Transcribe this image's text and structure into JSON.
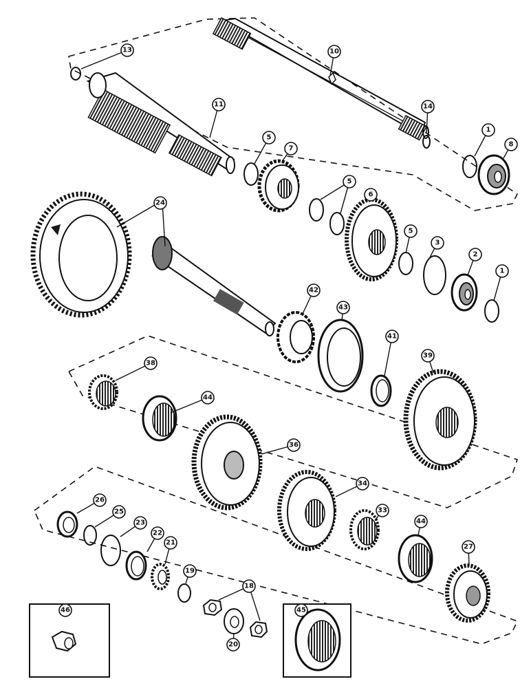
{
  "callouts": {
    "c1a": "1",
    "c1b": "1",
    "c2": "2",
    "c3": "3",
    "c5a": "5",
    "c5b": "5",
    "c5c": "5",
    "c6": "6",
    "c7": "7",
    "c8": "8",
    "c10": "10",
    "c11": "11",
    "c13": "13",
    "c14": "14",
    "c18": "18",
    "c19": "19",
    "c20": "20",
    "c21": "21",
    "c22": "22",
    "c23": "23",
    "c24": "24",
    "c25": "25",
    "c26": "26",
    "c27": "27",
    "c33": "33",
    "c34": "34",
    "c36": "36",
    "c38": "38",
    "c39": "39",
    "c41": "41",
    "c42": "42",
    "c43": "43",
    "c44a": "44",
    "c44b": "44",
    "c45": "45",
    "c46": "46"
  }
}
